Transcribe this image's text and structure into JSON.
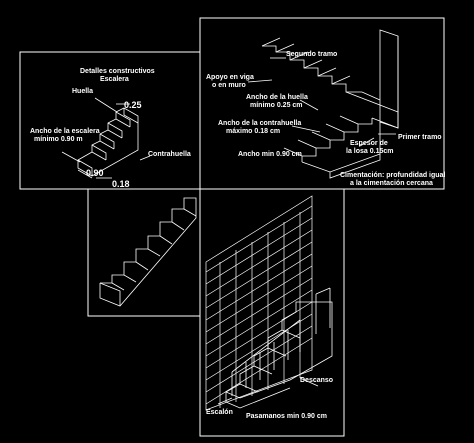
{
  "panel_tl": {
    "title_line1": "Detalles constructivos",
    "title_line2": "Escalera",
    "huella": "Huella",
    "huella_dim": "0.25",
    "ancho_line1": "Ancho de la escalera",
    "ancho_line2": "mínimo 0.90 m",
    "contrahuella": "Contrahuella",
    "dim_090": "0.90",
    "dim_018": "0.18"
  },
  "panel_tr": {
    "segundo_tramo": "Segundo tramo",
    "apoyo_line1": "Apoyo en viga",
    "apoyo_line2": "o en muro",
    "ancho_huella_line1": "Ancho de la huella",
    "ancho_huella_line2": "mínimo 0.25 cm",
    "ancho_contra_line1": "Ancho de la contrahuella",
    "ancho_contra_line2": "máximo 0.18 cm",
    "ancho_min": "Ancho min 0.90 cm",
    "primer_tramo": "Primer tramo",
    "espesor_line1": "Espesor de",
    "espesor_line2": "la losa 0.15cm",
    "cimentacion_line1": "Cimentación: profundidad igual",
    "cimentacion_line2": "a la cimentación cercana"
  },
  "panel_bottom": {
    "descanso": "Descanso",
    "escalon": "Escalón",
    "pasamanos": "Pasamanos min 0.90 cm"
  }
}
